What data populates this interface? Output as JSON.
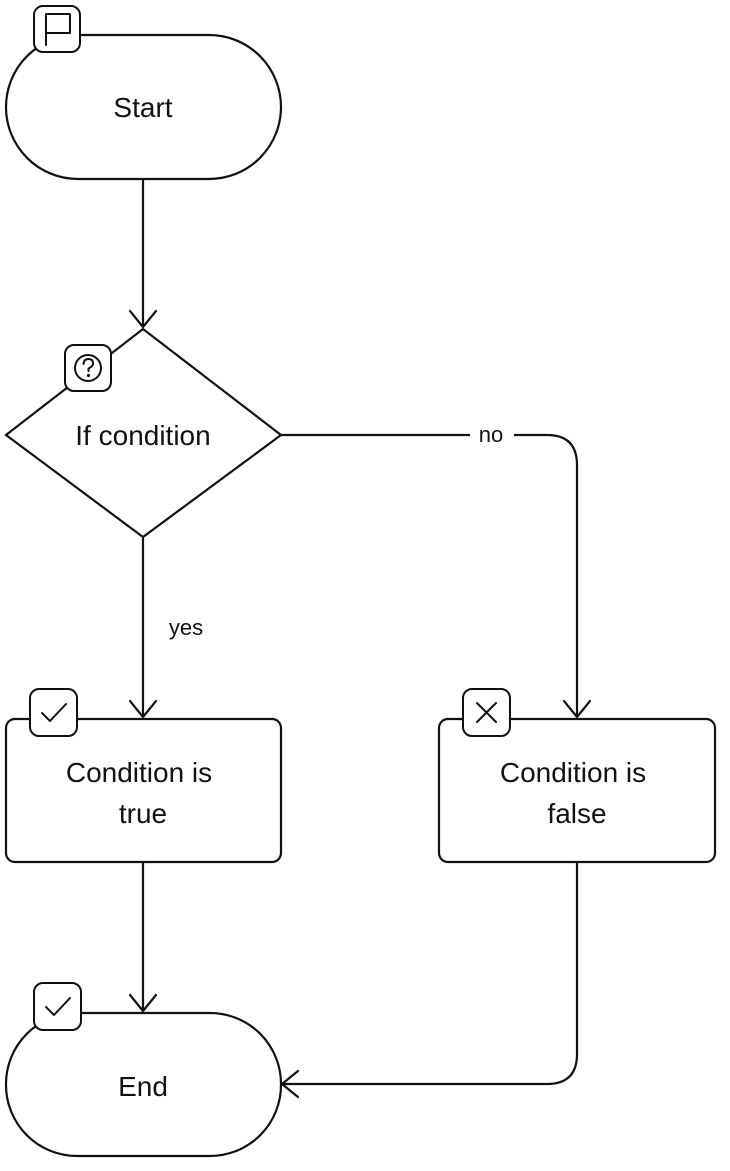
{
  "colors": {
    "stroke": "#111111",
    "fill": "#ffffff"
  },
  "nodes": {
    "start": {
      "label": "Start",
      "shape": "terminator",
      "icon": "flag-icon"
    },
    "decision": {
      "label": "If condition",
      "shape": "decision",
      "icon": "question-icon"
    },
    "true_branch": {
      "label_line1": "Condition is",
      "label_line2": "true",
      "shape": "process",
      "icon": "check-icon"
    },
    "false_branch": {
      "label_line1": "Condition is",
      "label_line2": "false",
      "shape": "process",
      "icon": "close-icon"
    },
    "end": {
      "label": "End",
      "shape": "terminator",
      "icon": "check-icon"
    }
  },
  "edges": {
    "yes_label": "yes",
    "no_label": "no"
  }
}
